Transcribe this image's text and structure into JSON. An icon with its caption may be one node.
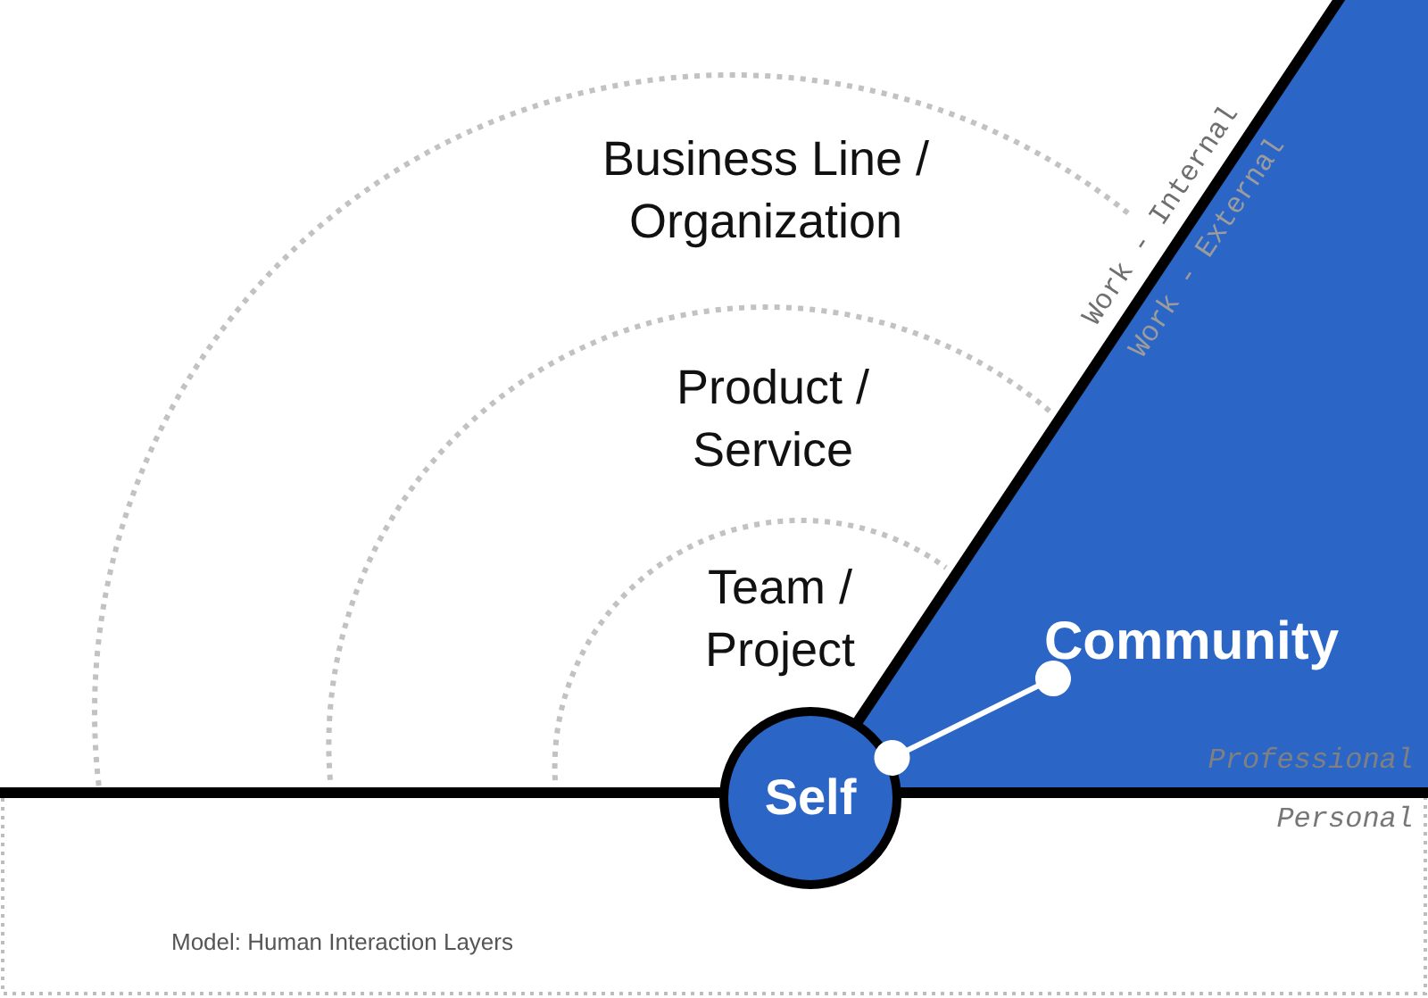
{
  "diagram": {
    "caption": "Model: Human Interaction Layers",
    "nodes": [
      {
        "text": [
          "Self"
        ]
      },
      {
        "text": [
          "Community"
        ]
      }
    ],
    "edges": [
      {
        "from": 0,
        "to": 1,
        "arrow": "other"
      }
    ],
    "labels": [
      "Business Line / Organization",
      "Product / Service",
      "Team / Project",
      "Work - Internal",
      "Work - External",
      "Professional",
      "Personal"
    ]
  }
}
